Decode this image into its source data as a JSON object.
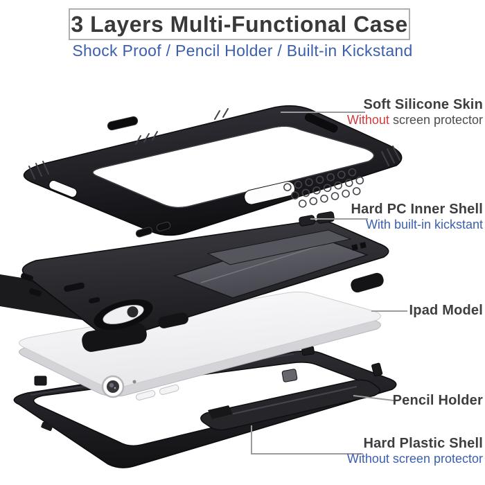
{
  "header": {
    "title": "3 Layers Multi-Functional Case",
    "subtitle": "Shock Proof / Pencil Holder / Built-in Kickstand"
  },
  "annotations": [
    {
      "title": "Soft Silicone Skin",
      "caption": [
        {
          "text": "Without"
        },
        {
          "text": " screen protector"
        }
      ]
    },
    {
      "title": "Hard PC Inner Shell",
      "caption": [
        {
          "text": "With built-in kickstant"
        }
      ]
    },
    {
      "title": "Ipad Model",
      "caption": []
    },
    {
      "title": "Pencil Holder",
      "caption": []
    },
    {
      "title": "Hard Plastic Shell",
      "caption": [
        {
          "text": "Without screen protector"
        }
      ]
    }
  ],
  "colors": {
    "accent_blue": "#3b5fad",
    "accent_red": "#d03a3a",
    "title_dark": "#39393b",
    "caption_gray": "#4c4c4f",
    "callout_line_gray": "#9b9b9b",
    "case_black": "#1c1c1f",
    "kickstand_gray": "#5e5e66",
    "ipad_white": "#f4f4f6"
  }
}
